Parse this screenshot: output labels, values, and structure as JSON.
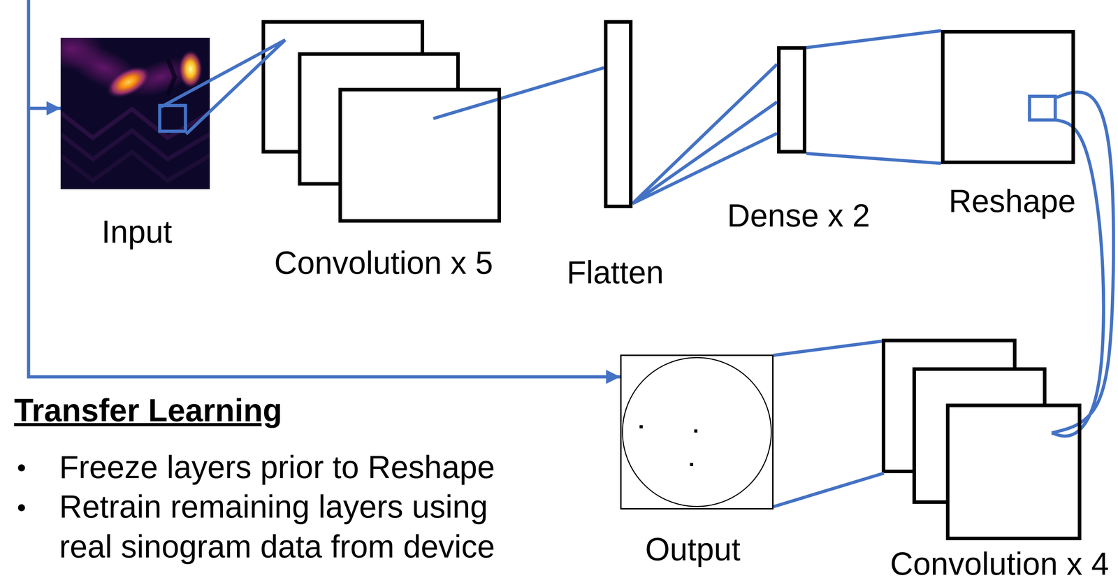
{
  "diagram": {
    "nodes": [
      {
        "text": [
          "Input"
        ]
      },
      {
        "text": [
          "Convolution x 5"
        ]
      },
      {
        "text": [
          "Flatten"
        ]
      },
      {
        "text": [
          "Dense x 2"
        ]
      },
      {
        "text": [
          "Reshape"
        ]
      },
      {
        "text": [
          "Output"
        ]
      },
      {
        "text": [
          "Convolution x 4"
        ]
      }
    ],
    "edges": [
      {
        "from": 0,
        "to": 1,
        "arrow": "none"
      },
      {
        "from": 1,
        "to": 2,
        "arrow": "none"
      },
      {
        "from": 2,
        "to": 3,
        "arrow": "none"
      },
      {
        "from": 3,
        "to": 4,
        "arrow": "none"
      },
      {
        "from": 4,
        "to": 6,
        "arrow": "none"
      },
      {
        "from": 6,
        "to": 5,
        "arrow": "none"
      },
      {
        "from": 0,
        "to": 5,
        "arrow": "both"
      }
    ],
    "labels": [
      "Transfer Learning",
      "Freeze layers prior to Reshape",
      "Retrain remaining layers using real sinogram data from device"
    ]
  }
}
